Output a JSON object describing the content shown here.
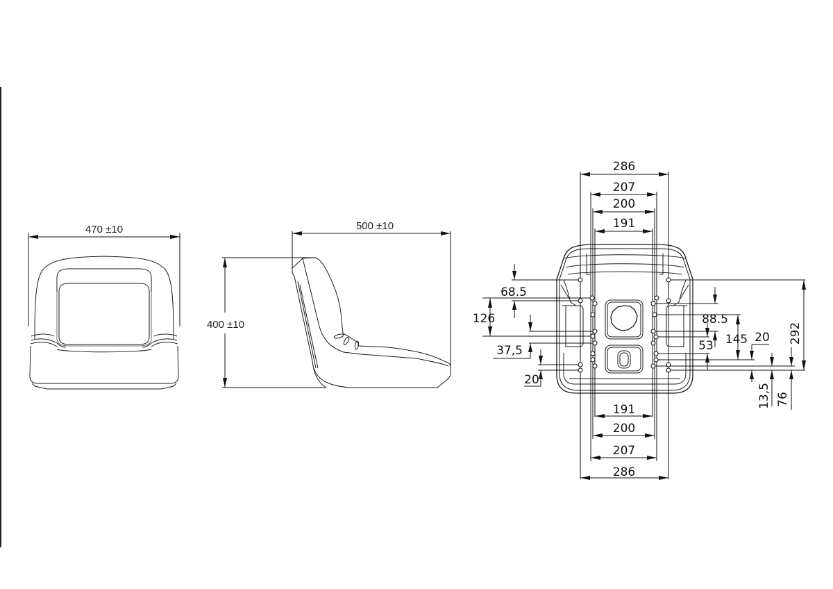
{
  "drawing": {
    "type": "technical-drawing",
    "subject": "seat dimensional drawing",
    "background": "#ffffff",
    "line_color": "#111111"
  },
  "front_view": {
    "width_label": "470 ±10"
  },
  "side_view": {
    "depth_label": "500 ±10",
    "height_label": "400 ±10"
  },
  "bottom_view": {
    "top_dims": [
      "286",
      "207",
      "200",
      "191"
    ],
    "bottom_dims": [
      "191",
      "200",
      "207",
      "286"
    ],
    "left_dims": {
      "d1": "68.5",
      "d2": "126",
      "d3": "37,5",
      "d4": "20"
    },
    "right_dims": {
      "d1": "88.5",
      "d2": "53",
      "d3": "145",
      "d4": "20",
      "d5": "13,5",
      "d6": "76",
      "d7": "292"
    }
  }
}
